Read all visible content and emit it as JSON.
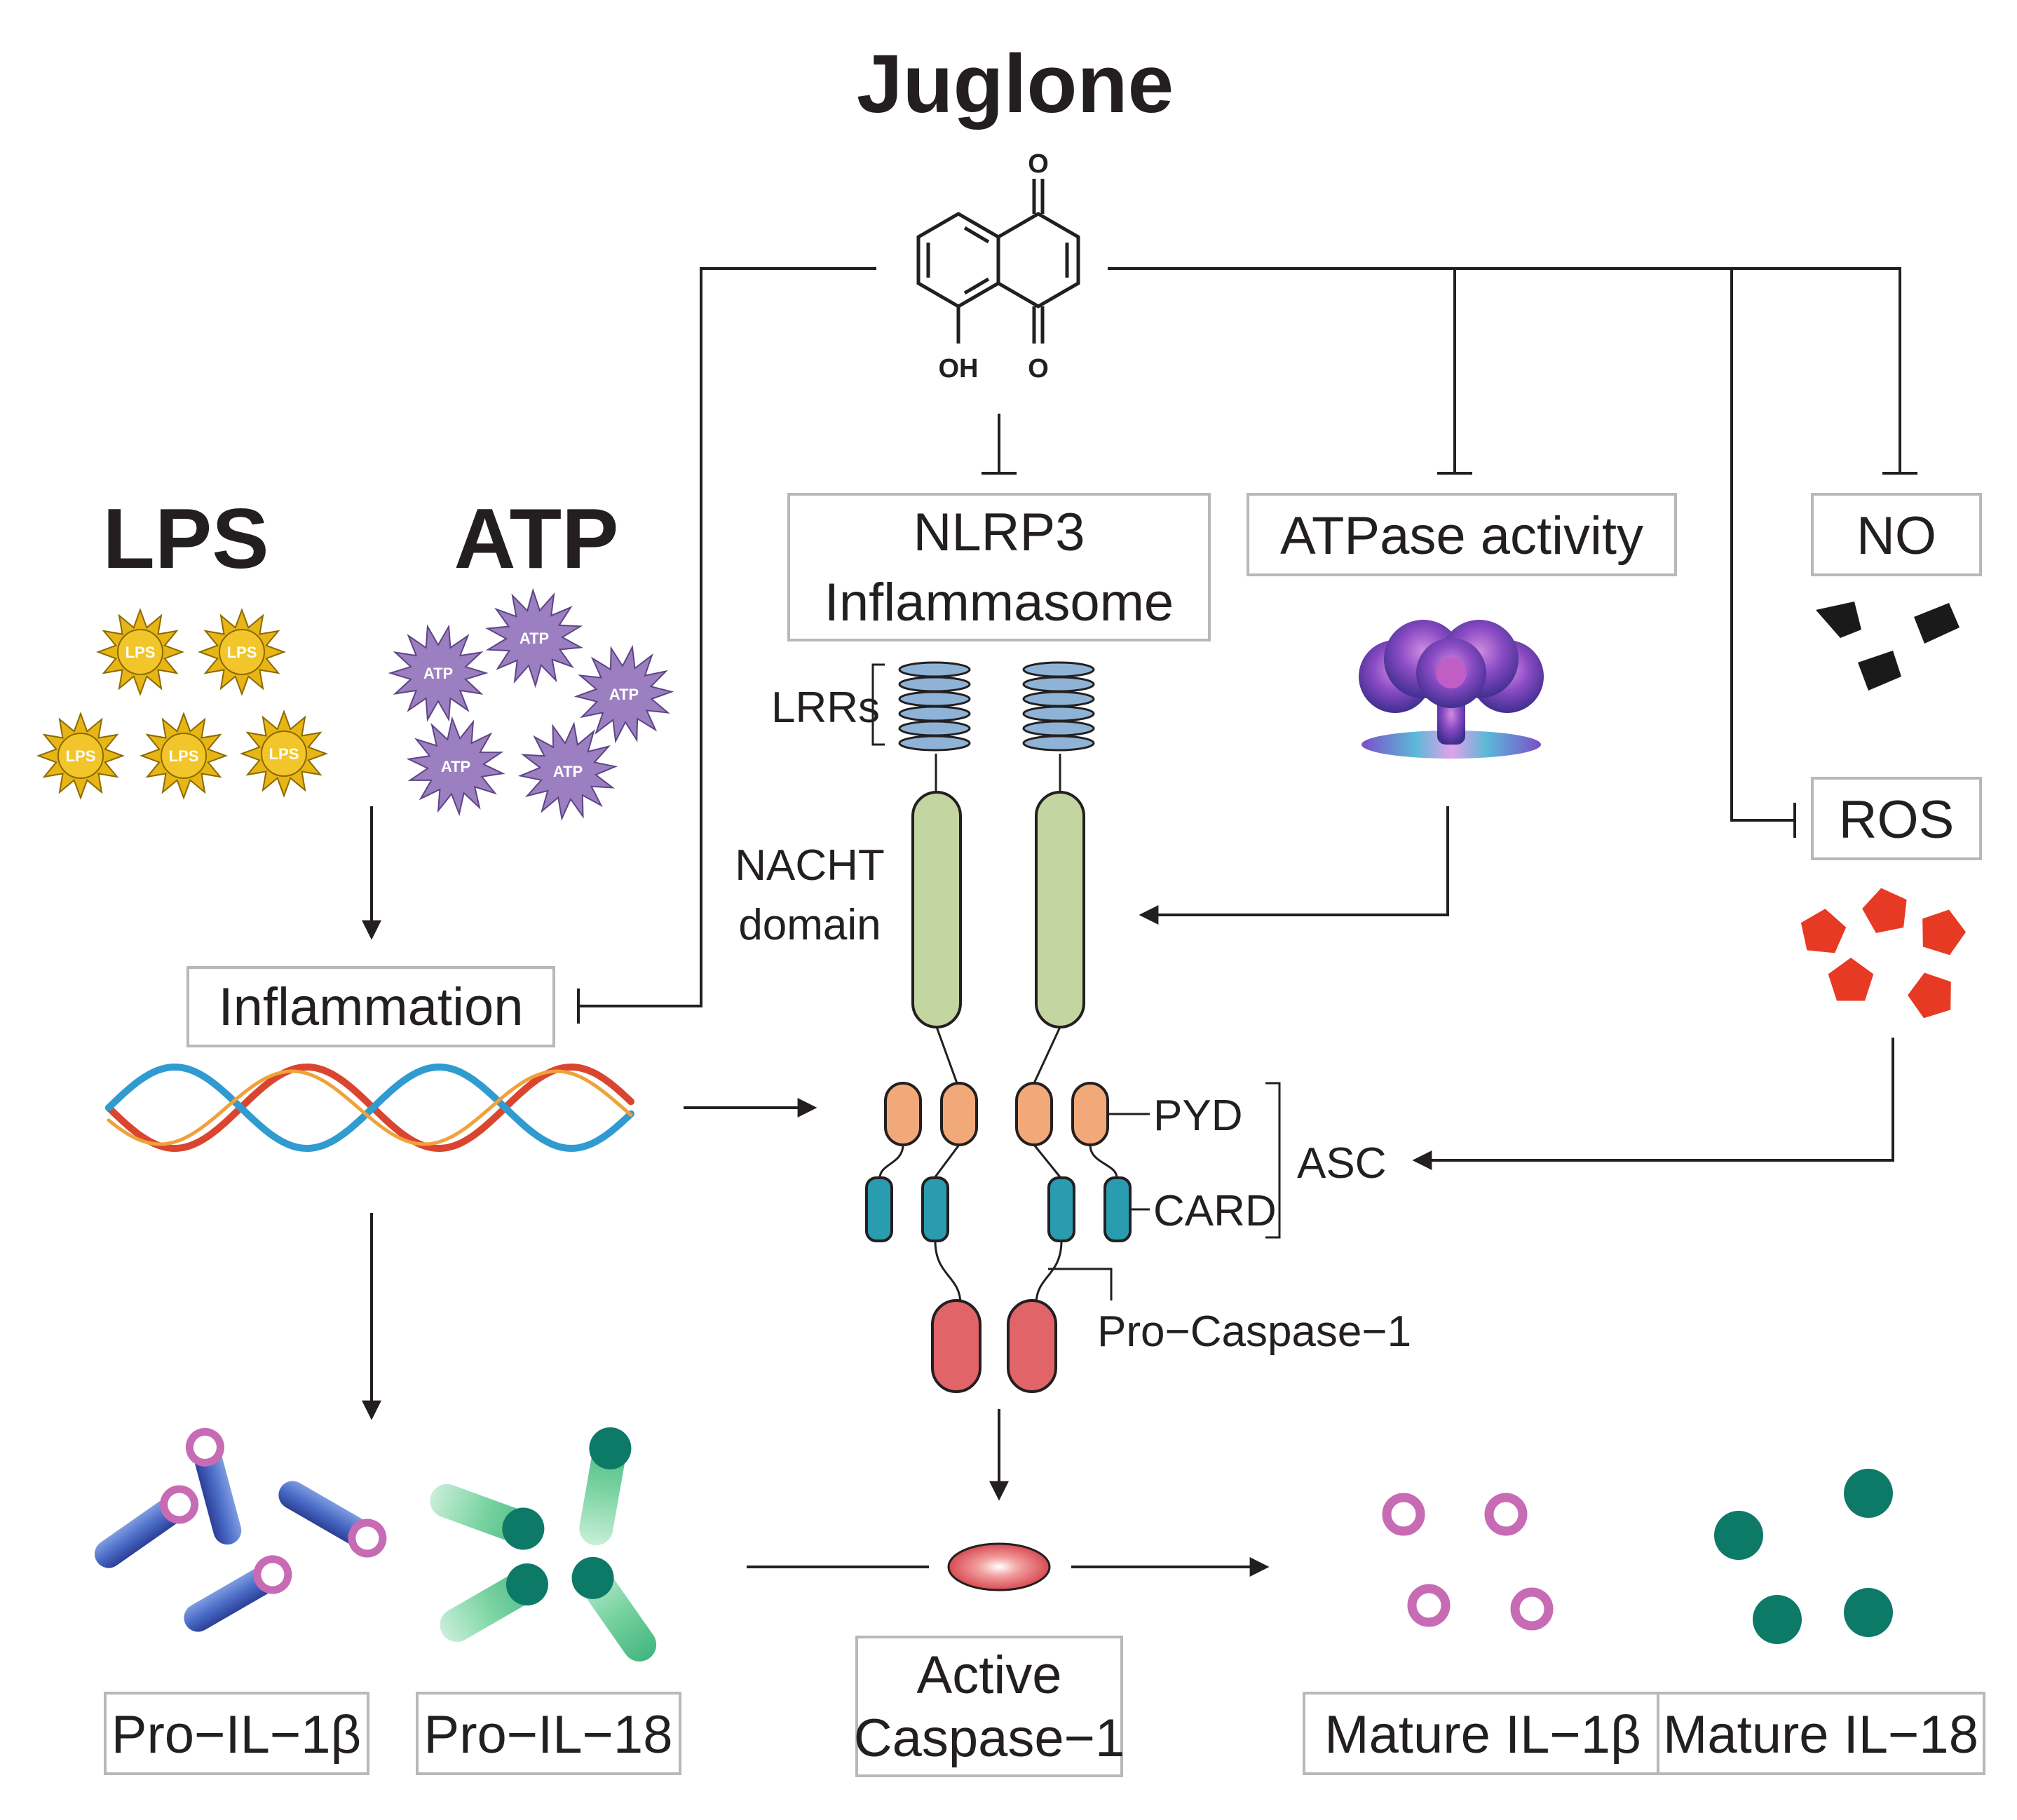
{
  "title": "Juglone",
  "molecule_labels": {
    "o_top": "O",
    "o_bottom": "O",
    "oh": "OH"
  },
  "stimuli": {
    "lps_heading": "LPS",
    "atp_heading": "ATP",
    "lps_particle": "LPS",
    "atp_particle": "ATP"
  },
  "targets": {
    "nlrp3_line1": "NLRP3",
    "nlrp3_line2": "Inflammasome",
    "atpase": "ATPase activity",
    "no": "NO",
    "ros": "ROS",
    "inflammation": "Inflammation"
  },
  "domains": {
    "lrrs": "LRRs",
    "nacht_line1": "NACHT",
    "nacht_line2": "domain",
    "pyd": "PYD",
    "card": "CARD",
    "asc": "ASC",
    "pro_caspase": "Pro−Caspase−1"
  },
  "products": {
    "pro_il1b": "Pro−IL−1β",
    "pro_il18": "Pro−IL−18",
    "active_line1": "Active",
    "active_line2": "Caspase−1",
    "mature_il1b": "Mature IL−1β",
    "mature_il18": "Mature IL−18"
  },
  "colors": {
    "lps": "#e8b516",
    "atp": "#9b7fc0",
    "lrr": "#8fb3d6",
    "nacht": "#c3d6a2",
    "pyd": "#f2a97a",
    "card": "#2a9cb0",
    "caspase": "#e06468",
    "ros": "#e63a24",
    "no": "#1a1a1a",
    "il18": "#0d7a68",
    "il1b_ring": "#c76bb5",
    "il1b_rod": "#3f5fb5"
  }
}
